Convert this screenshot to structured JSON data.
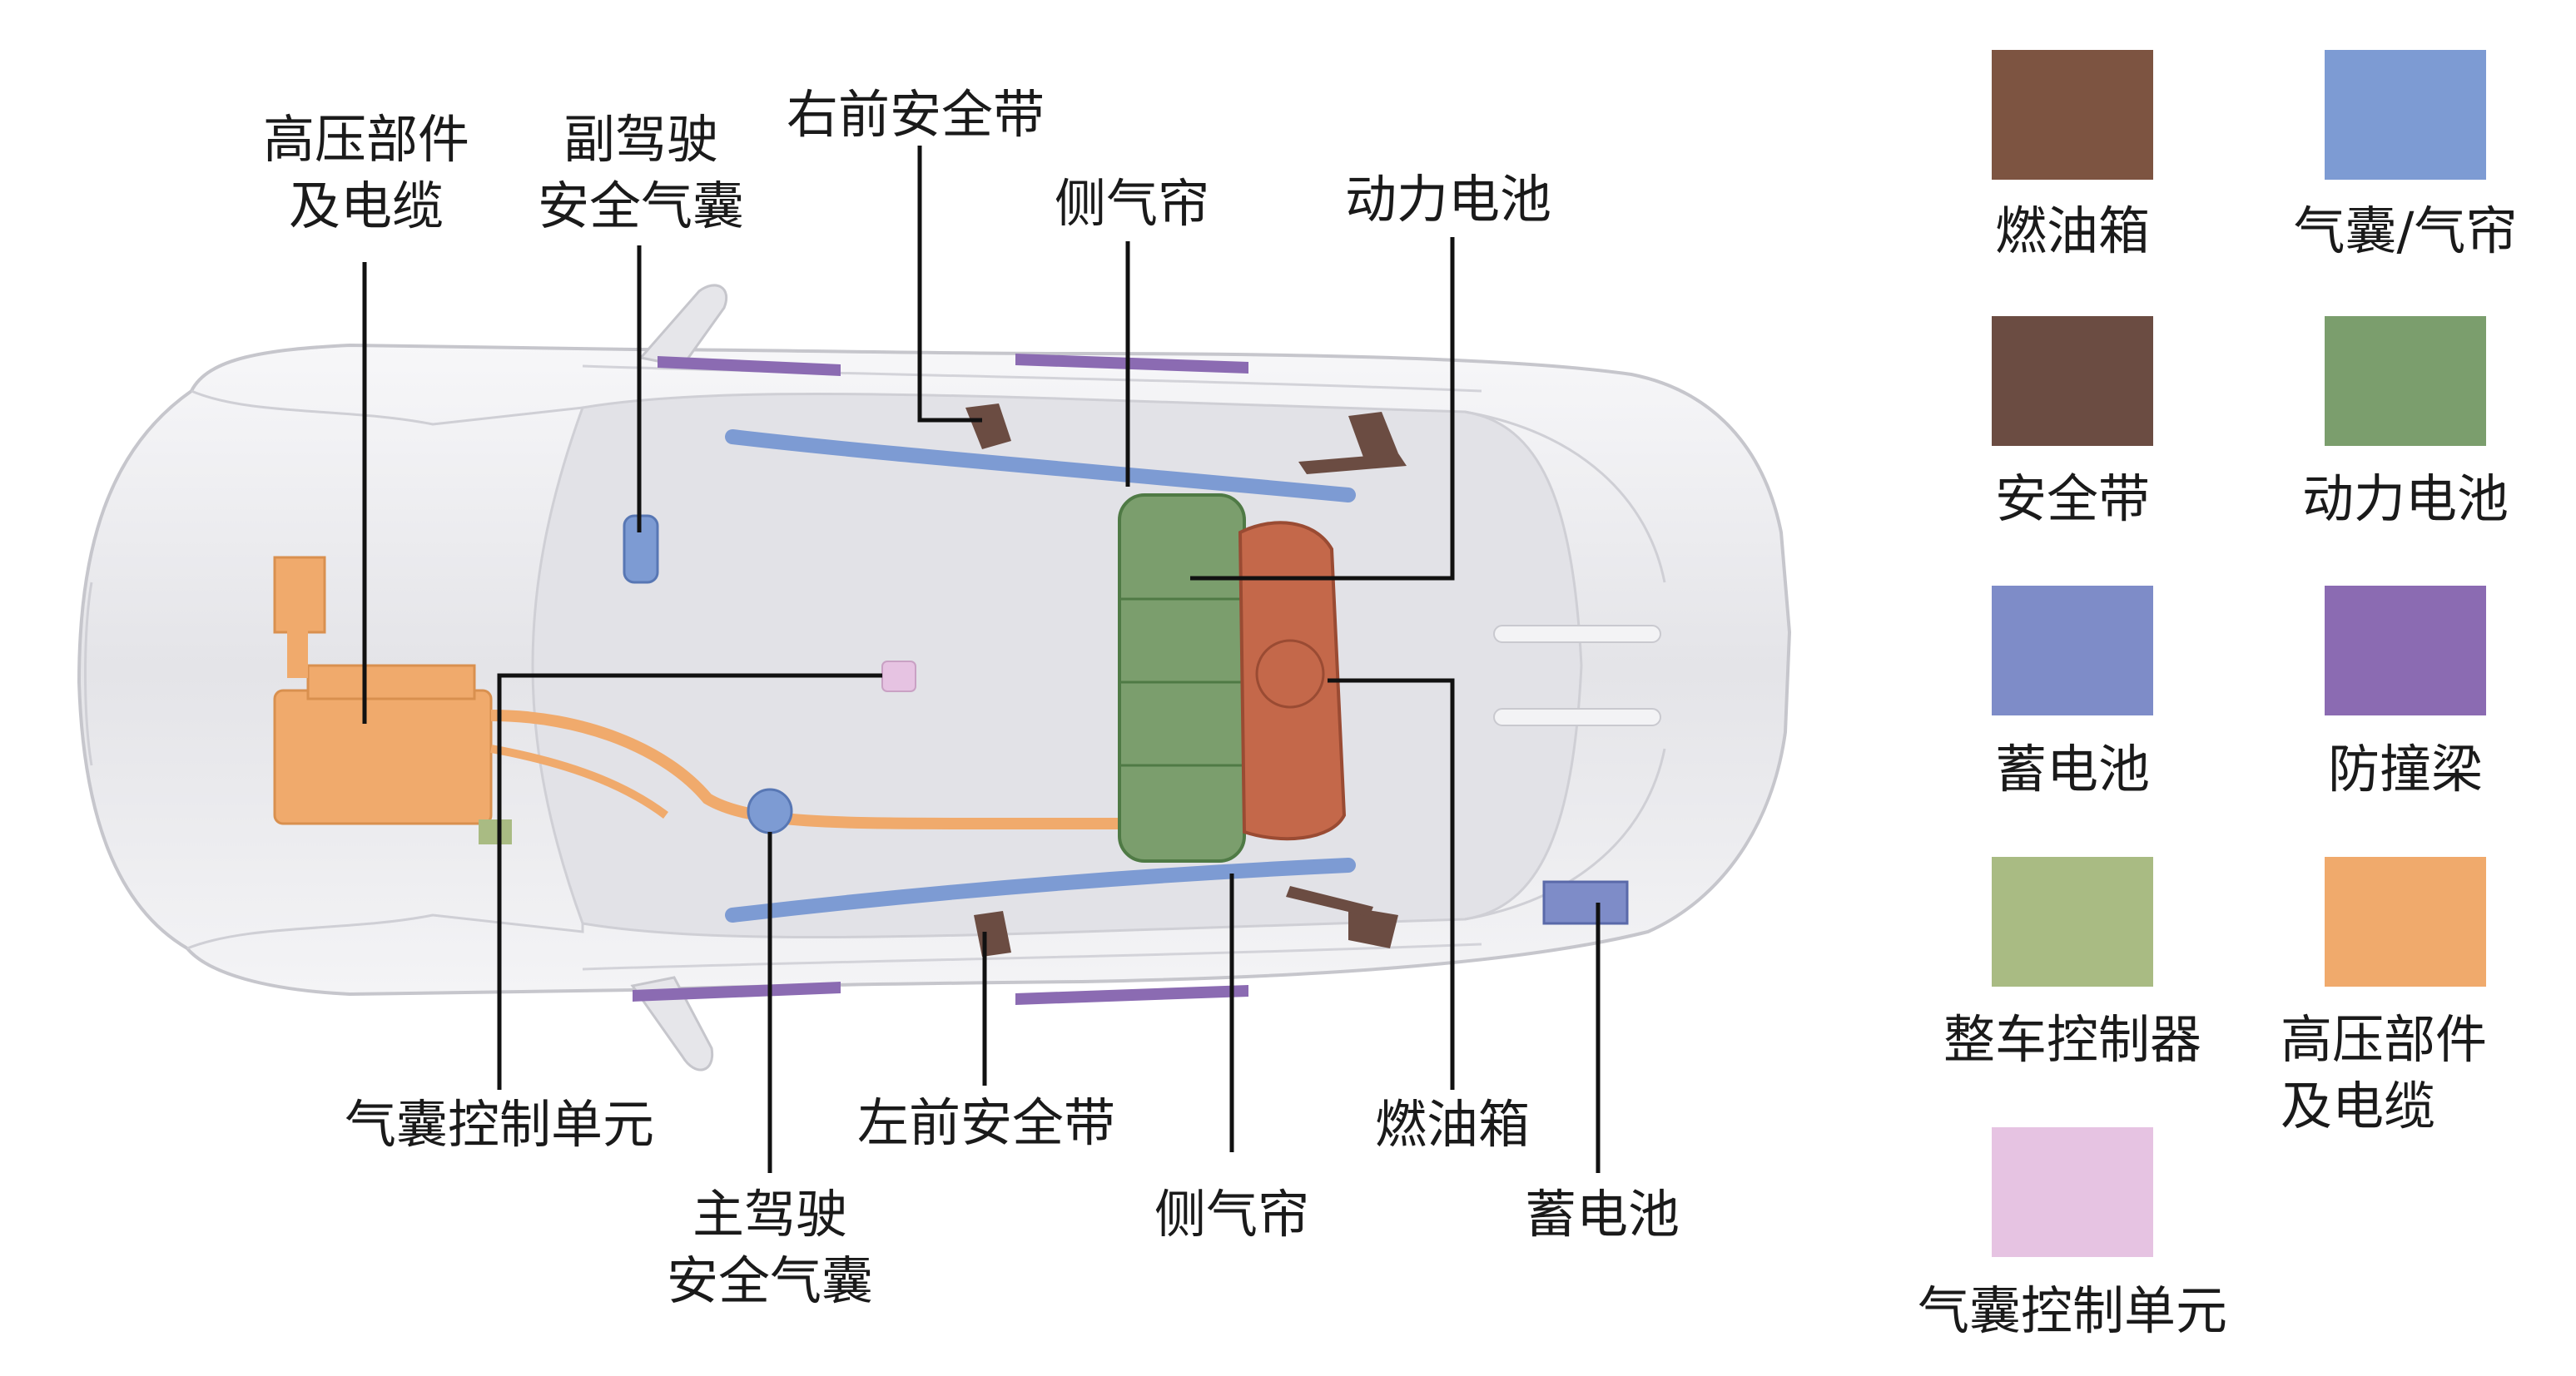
{
  "callouts": {
    "hv_parts": [
      "高压部件",
      "及电缆"
    ],
    "passenger_airbag": [
      "副驾驶",
      "安全气囊"
    ],
    "right_front_belt": "右前安全带",
    "side_curtain_top": "侧气帘",
    "power_battery": "动力电池",
    "airbag_control_unit": "气囊控制单元",
    "driver_airbag": [
      "主驾驶",
      "安全气囊"
    ],
    "left_front_belt": "左前安全带",
    "side_curtain_bottom": "侧气帘",
    "fuel_tank": "燃油箱",
    "battery": "蓄电池"
  },
  "legend": [
    {
      "label": "燃油箱",
      "color": "#7d5441"
    },
    {
      "label": "气囊/气帘",
      "color": "#7d9bd3"
    },
    {
      "label": "安全带",
      "color": "#6b4c42"
    },
    {
      "label": "动力电池",
      "color": "#7b9e6d"
    },
    {
      "label": "蓄电池",
      "color": "#7e8cc8"
    },
    {
      "label": "防撞梁",
      "color": "#8b6bb2"
    },
    {
      "label": "整车控制器",
      "color": "#a9bb83"
    },
    {
      "label": "高压部件及电缆",
      "color": "#f0aa6c",
      "lines": [
        "高压部件",
        "及电缆"
      ]
    },
    {
      "label": "气囊控制单元",
      "color": "#e6c3e2"
    }
  ],
  "colors": {
    "car_body": "#e9e9ec",
    "car_outline": "#c9c9cf",
    "leader_line": "#111111"
  }
}
